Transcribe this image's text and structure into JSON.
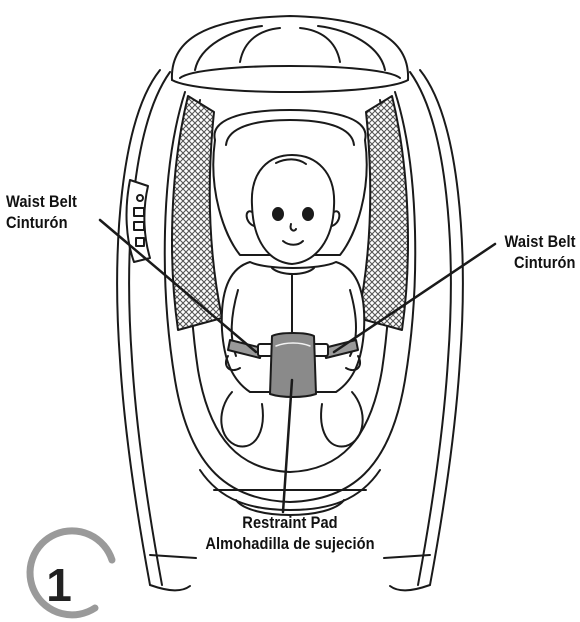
{
  "callouts": {
    "waist_belt_left": {
      "en": "Waist Belt",
      "es": "Cinturón"
    },
    "waist_belt_right": {
      "en": "Waist Belt",
      "es": "Cinturón"
    },
    "restraint_pad": {
      "en": "Restraint Pad",
      "es": "Almohadilla de sujeción"
    }
  },
  "step": {
    "number": "1"
  },
  "colors": {
    "line": "#1a1a1a",
    "mesh": "#6f6f6f",
    "pad_fill": "#8a8a8a",
    "step_ring": "#9a9a9a",
    "background": "#ffffff"
  }
}
